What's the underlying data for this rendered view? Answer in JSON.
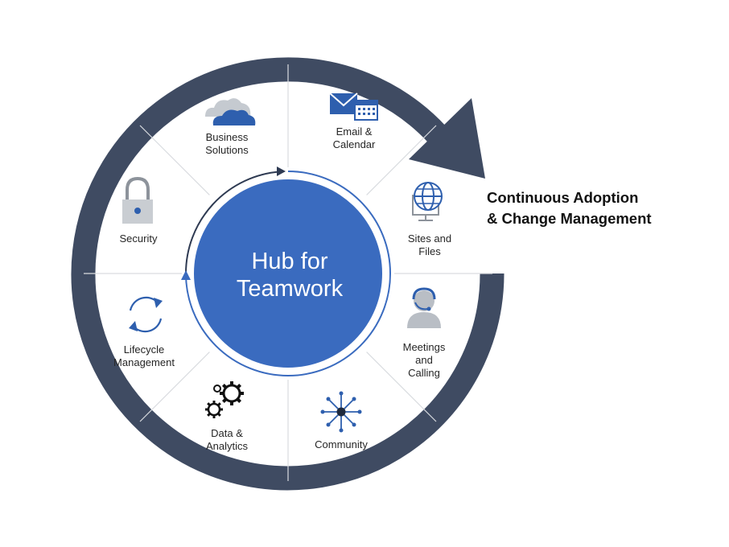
{
  "hub": {
    "line1": "Hub for",
    "line2": "Teamwork"
  },
  "cycle_caption": {
    "line1": "Continuous Adoption",
    "line2": "& Change Management"
  },
  "segments": [
    {
      "icon": "cloud-icon",
      "line1": "Business",
      "line2": "Solutions"
    },
    {
      "icon": "email-calendar-icon",
      "line1": "Email &",
      "line2": "Calendar"
    },
    {
      "icon": "globe-monitor-icon",
      "line1": "Sites and",
      "line2": "Files"
    },
    {
      "icon": "headset-person-icon",
      "line1": "Meetings",
      "line2": "and",
      "line3": "Calling"
    },
    {
      "icon": "network-hub-icon",
      "line1": "Community"
    },
    {
      "icon": "gears-icon",
      "line1": "Data &",
      "line2": "Analytics"
    },
    {
      "icon": "refresh-arrows-icon",
      "line1": "Lifecycle",
      "line2": "Management"
    },
    {
      "icon": "padlock-icon",
      "line1": "Security"
    }
  ],
  "colors": {
    "ring": "#3f4b62",
    "hub": "#3a6bbf",
    "inner_arrow_blue": "#3a6bbf",
    "inner_arrow_dark": "#2e3a52",
    "icon_blue": "#2e5fae",
    "icon_gray": "#8d939b",
    "divider": "#d9dce0"
  }
}
